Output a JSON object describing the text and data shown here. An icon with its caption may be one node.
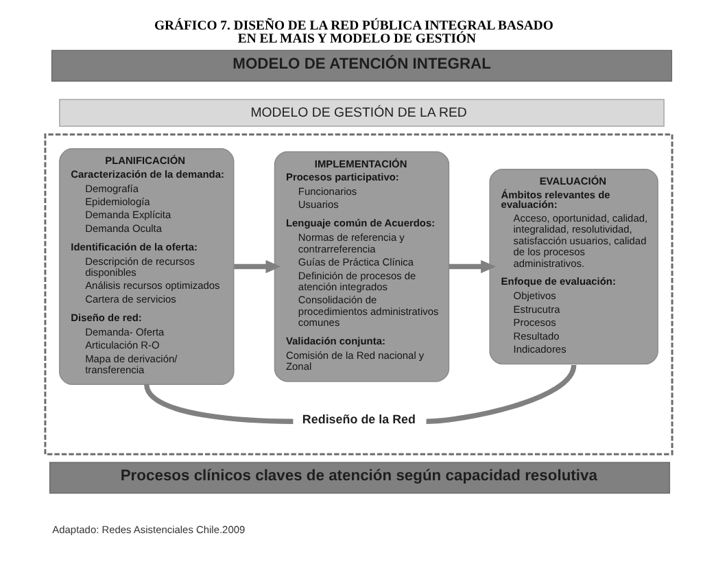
{
  "diagram": {
    "title": "GRÁFICO 7. DISEÑO DE LA RED PÚBLICA INTEGRAL BASADO EN EL MAIS Y MODELO DE GESTIÓN",
    "nodes": [
      {
        "text": [
          "MODELO DE ATENCIÓN INTEGRAL"
        ]
      },
      {
        "text": [
          "MODELO DE GESTIÓN DE LA RED"
        ]
      },
      {
        "text": [],
        "shape": "box"
      },
      {
        "text": [
          "PLANIFICACIÓN",
          "Caracterización de la demanda:",
          "Demografía",
          "Epidemiología",
          "Demanda Explícita",
          "Demanda Oculta",
          "Identificación de la oferta:",
          "Descripción de recursos disponibles",
          "Análisis recursos optimizados",
          "Cartera de servicios",
          "Diseño de red:",
          "Demanda- Oferta",
          "Articulación R-O",
          "Mapa de derivación/ transferencia"
        ],
        "in": 2
      },
      {
        "text": [
          "IMPLEMENTACIÓN",
          "Procesos participativo:",
          "Funcionarios",
          "Usuarios",
          "Lenguaje común de Acuerdos:",
          "Normas de referencia y contrarreferencia",
          "Guías de Práctica Clínica",
          "Definición de procesos de atención integrados",
          "Consolidación de procedimientos administrativos comunes",
          "Validación conjunta:",
          "Comisión de la Red nacional y Zonal"
        ],
        "in": 2
      },
      {
        "text": [
          "EVALUACIÓN",
          "Ámbitos relevantes de evaluación:",
          "Acceso, oportunidad, calidad, integralidad, resolutividad, satisfacción usuarios, calidad de los procesos administrativos.",
          "Enfoque de evaluación:",
          "Objetivos",
          "Estrucutra",
          "Procesos",
          "Resultado",
          "Indicadores"
        ],
        "in": 2
      },
      {
        "text": [
          "Rediseño de la Red"
        ],
        "in": 2
      },
      {
        "text": [
          "Procesos clínicos claves de atención según capacidad resolutiva"
        ]
      }
    ],
    "edges": [
      {
        "from": 3,
        "to": 4,
        "arrow": "to"
      },
      {
        "from": 4,
        "to": 5,
        "arrow": "to"
      },
      {
        "from": 3,
        "to": 6,
        "arrow": "none"
      },
      {
        "from": 5,
        "to": 6,
        "arrow": "none"
      }
    ],
    "labels": [
      "Adaptado: Redes Asistenciales Chile.2009"
    ]
  }
}
